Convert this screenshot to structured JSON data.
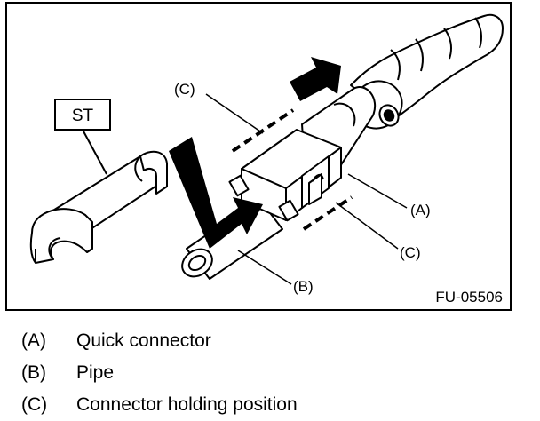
{
  "figure": {
    "code": "FU-05506",
    "tool_label": "ST",
    "callouts": {
      "a": "(A)",
      "b": "(B)",
      "c_top": "(C)",
      "c_bottom": "(C)"
    }
  },
  "legend": [
    {
      "key": "(A)",
      "text": "Quick connector"
    },
    {
      "key": "(B)",
      "text": "Pipe"
    },
    {
      "key": "(C)",
      "text": "Connector holding position"
    }
  ]
}
